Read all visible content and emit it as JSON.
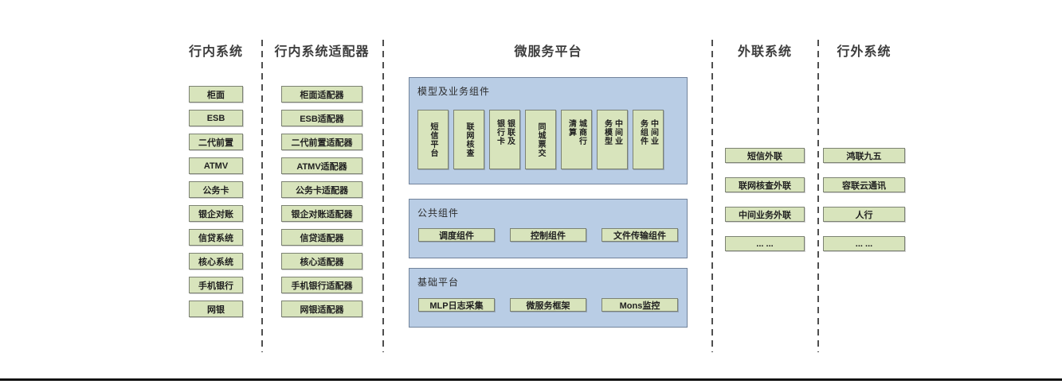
{
  "diagram": {
    "columns": {
      "internal": {
        "header": "行内系统",
        "items": [
          "柜面",
          "ESB",
          "二代前置",
          "ATMV",
          "公务卡",
          "银企对账",
          "信贷系统",
          "核心系统",
          "手机银行",
          "网银"
        ]
      },
      "adapters": {
        "header": "行内系统适配器",
        "items": [
          "柜面适配器",
          "ESB适配器",
          "二代前置适配器",
          "ATMV适配器",
          "公务卡适配器",
          "银企对账适配器",
          "信贷适配器",
          "核心适配器",
          "手机银行适配器",
          "网银适配器"
        ]
      },
      "external": {
        "header": "外联系统",
        "items": [
          "短信外联",
          "联网核查外联",
          "中间业务外联",
          "... ..."
        ]
      },
      "outside": {
        "header": "行外系统",
        "items": [
          "鸿联九五",
          "容联云通讯",
          "人行",
          "... ..."
        ]
      }
    },
    "platform": {
      "header": "微服务平台",
      "sections": {
        "model": {
          "title": "模型及业务组件",
          "items": [
            "短信平台",
            "联网核查",
            "银联及银行卡",
            "同城票交",
            "城商行清算",
            "中间业务模型",
            "中间业务组件"
          ]
        },
        "common": {
          "title": "公共组件",
          "items": [
            "调度组件",
            "控制组件",
            "文件传输组件"
          ]
        },
        "base": {
          "title": "基础平台",
          "items": [
            "MLP日志采集",
            "微服务框架",
            "Mons监控"
          ]
        }
      }
    }
  },
  "colors": {
    "green_fill": "#d8e4bc",
    "green_border": "#7c8272",
    "blue_fill": "#b9cde5",
    "blue_border": "#72839b",
    "dash_line": "#4f4f4f",
    "header_text": "#3d3d3d",
    "bottom_rule": "#111111"
  }
}
